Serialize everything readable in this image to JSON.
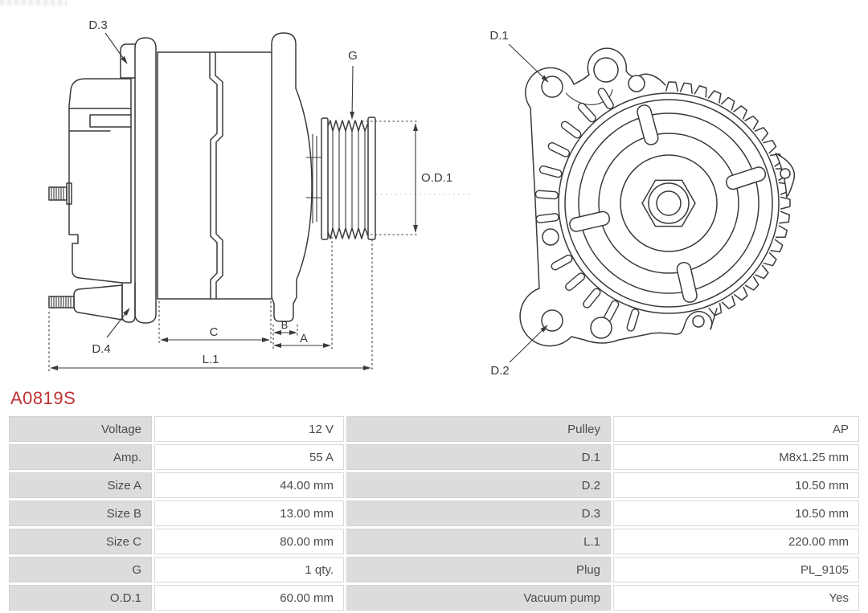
{
  "accent_color": "#c23336",
  "title": "A0819S",
  "side_view": {
    "labels": {
      "d3": "D.3",
      "d4": "D.4",
      "g": "G",
      "od1": "O.D.1",
      "size_a": "A",
      "size_b": "B",
      "size_c": "C",
      "l1": "L.1"
    }
  },
  "front_view": {
    "labels": {
      "d1": "D.1",
      "d2": "D.2"
    }
  },
  "spec_table": {
    "rows": [
      {
        "label": "Voltage",
        "value": "12 V",
        "label2": "Pulley",
        "value2": "AP"
      },
      {
        "label": "Amp.",
        "value": "55 A",
        "label2": "D.1",
        "value2": "M8x1.25 mm"
      },
      {
        "label": "Size A",
        "value": "44.00 mm",
        "label2": "D.2",
        "value2": "10.50 mm"
      },
      {
        "label": "Size B",
        "value": "13.00 mm",
        "label2": "D.3",
        "value2": "10.50 mm"
      },
      {
        "label": "Size C",
        "value": "80.00 mm",
        "label2": "L.1",
        "value2": "220.00 mm"
      },
      {
        "label": "G",
        "value": "1 qty.",
        "label2": "Plug",
        "value2": "PL_9105"
      },
      {
        "label": "O.D.1",
        "value": "60.00 mm",
        "label2": "Vacuum pump",
        "value2": "Yes"
      }
    ]
  }
}
